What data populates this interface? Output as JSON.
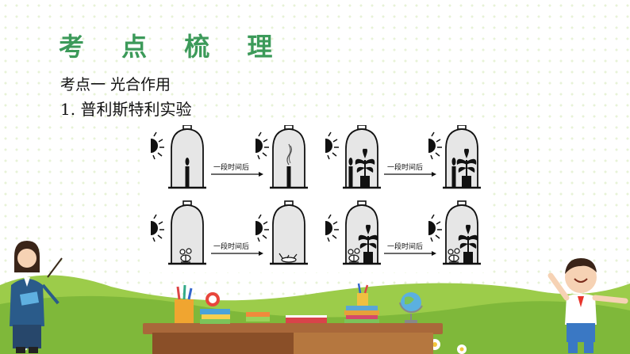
{
  "slide": {
    "title": "考 点 梳 理",
    "section": "考点一  光合作用",
    "heading": "1. 普利斯特利实验"
  },
  "figure": {
    "arrow_label": "一段时间后",
    "panels": [
      {
        "before": "candle-lit",
        "after": "candle-out"
      },
      {
        "before": "candle-plant",
        "after": "candle-plant"
      },
      {
        "before": "mouse",
        "after": "mouse-dead"
      },
      {
        "before": "mouse-plant",
        "after": "mouse-plant"
      }
    ]
  },
  "colors": {
    "title_green": "#3c9a5a",
    "jar_fill": "#e6e6e6",
    "desk": "#a9683a"
  },
  "icons": [
    "sun-icon",
    "bell-jar-icon",
    "candle-icon",
    "plant-icon",
    "mouse-icon",
    "teacher-figure",
    "boy-figure",
    "globe-icon",
    "books-icon",
    "pencil-cup-icon",
    "apple-clock-icon"
  ]
}
